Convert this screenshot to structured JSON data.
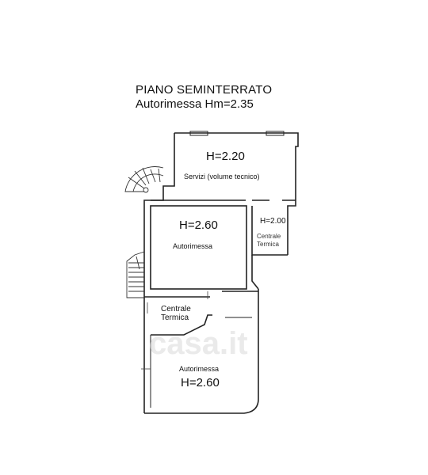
{
  "header": {
    "title": "PIANO SEMINTERRATO",
    "subtitle": "Autorimessa Hm=2.35"
  },
  "rooms": {
    "servizi": {
      "height": "H=2.20",
      "name": "Servizi (volume tecnico)"
    },
    "autorimessa_upper": {
      "height": "H=2.60",
      "name": "Autorimessa"
    },
    "centrale_upper": {
      "height": "H=2.00",
      "name_line1": "Centrale",
      "name_line2": "Termica"
    },
    "centrale_lower": {
      "name_line1": "Centrale",
      "name_line2": "Termica"
    },
    "autorimessa_lower": {
      "name": "Autorimessa",
      "height": "H=2.60"
    }
  },
  "watermark": "casa.it"
}
